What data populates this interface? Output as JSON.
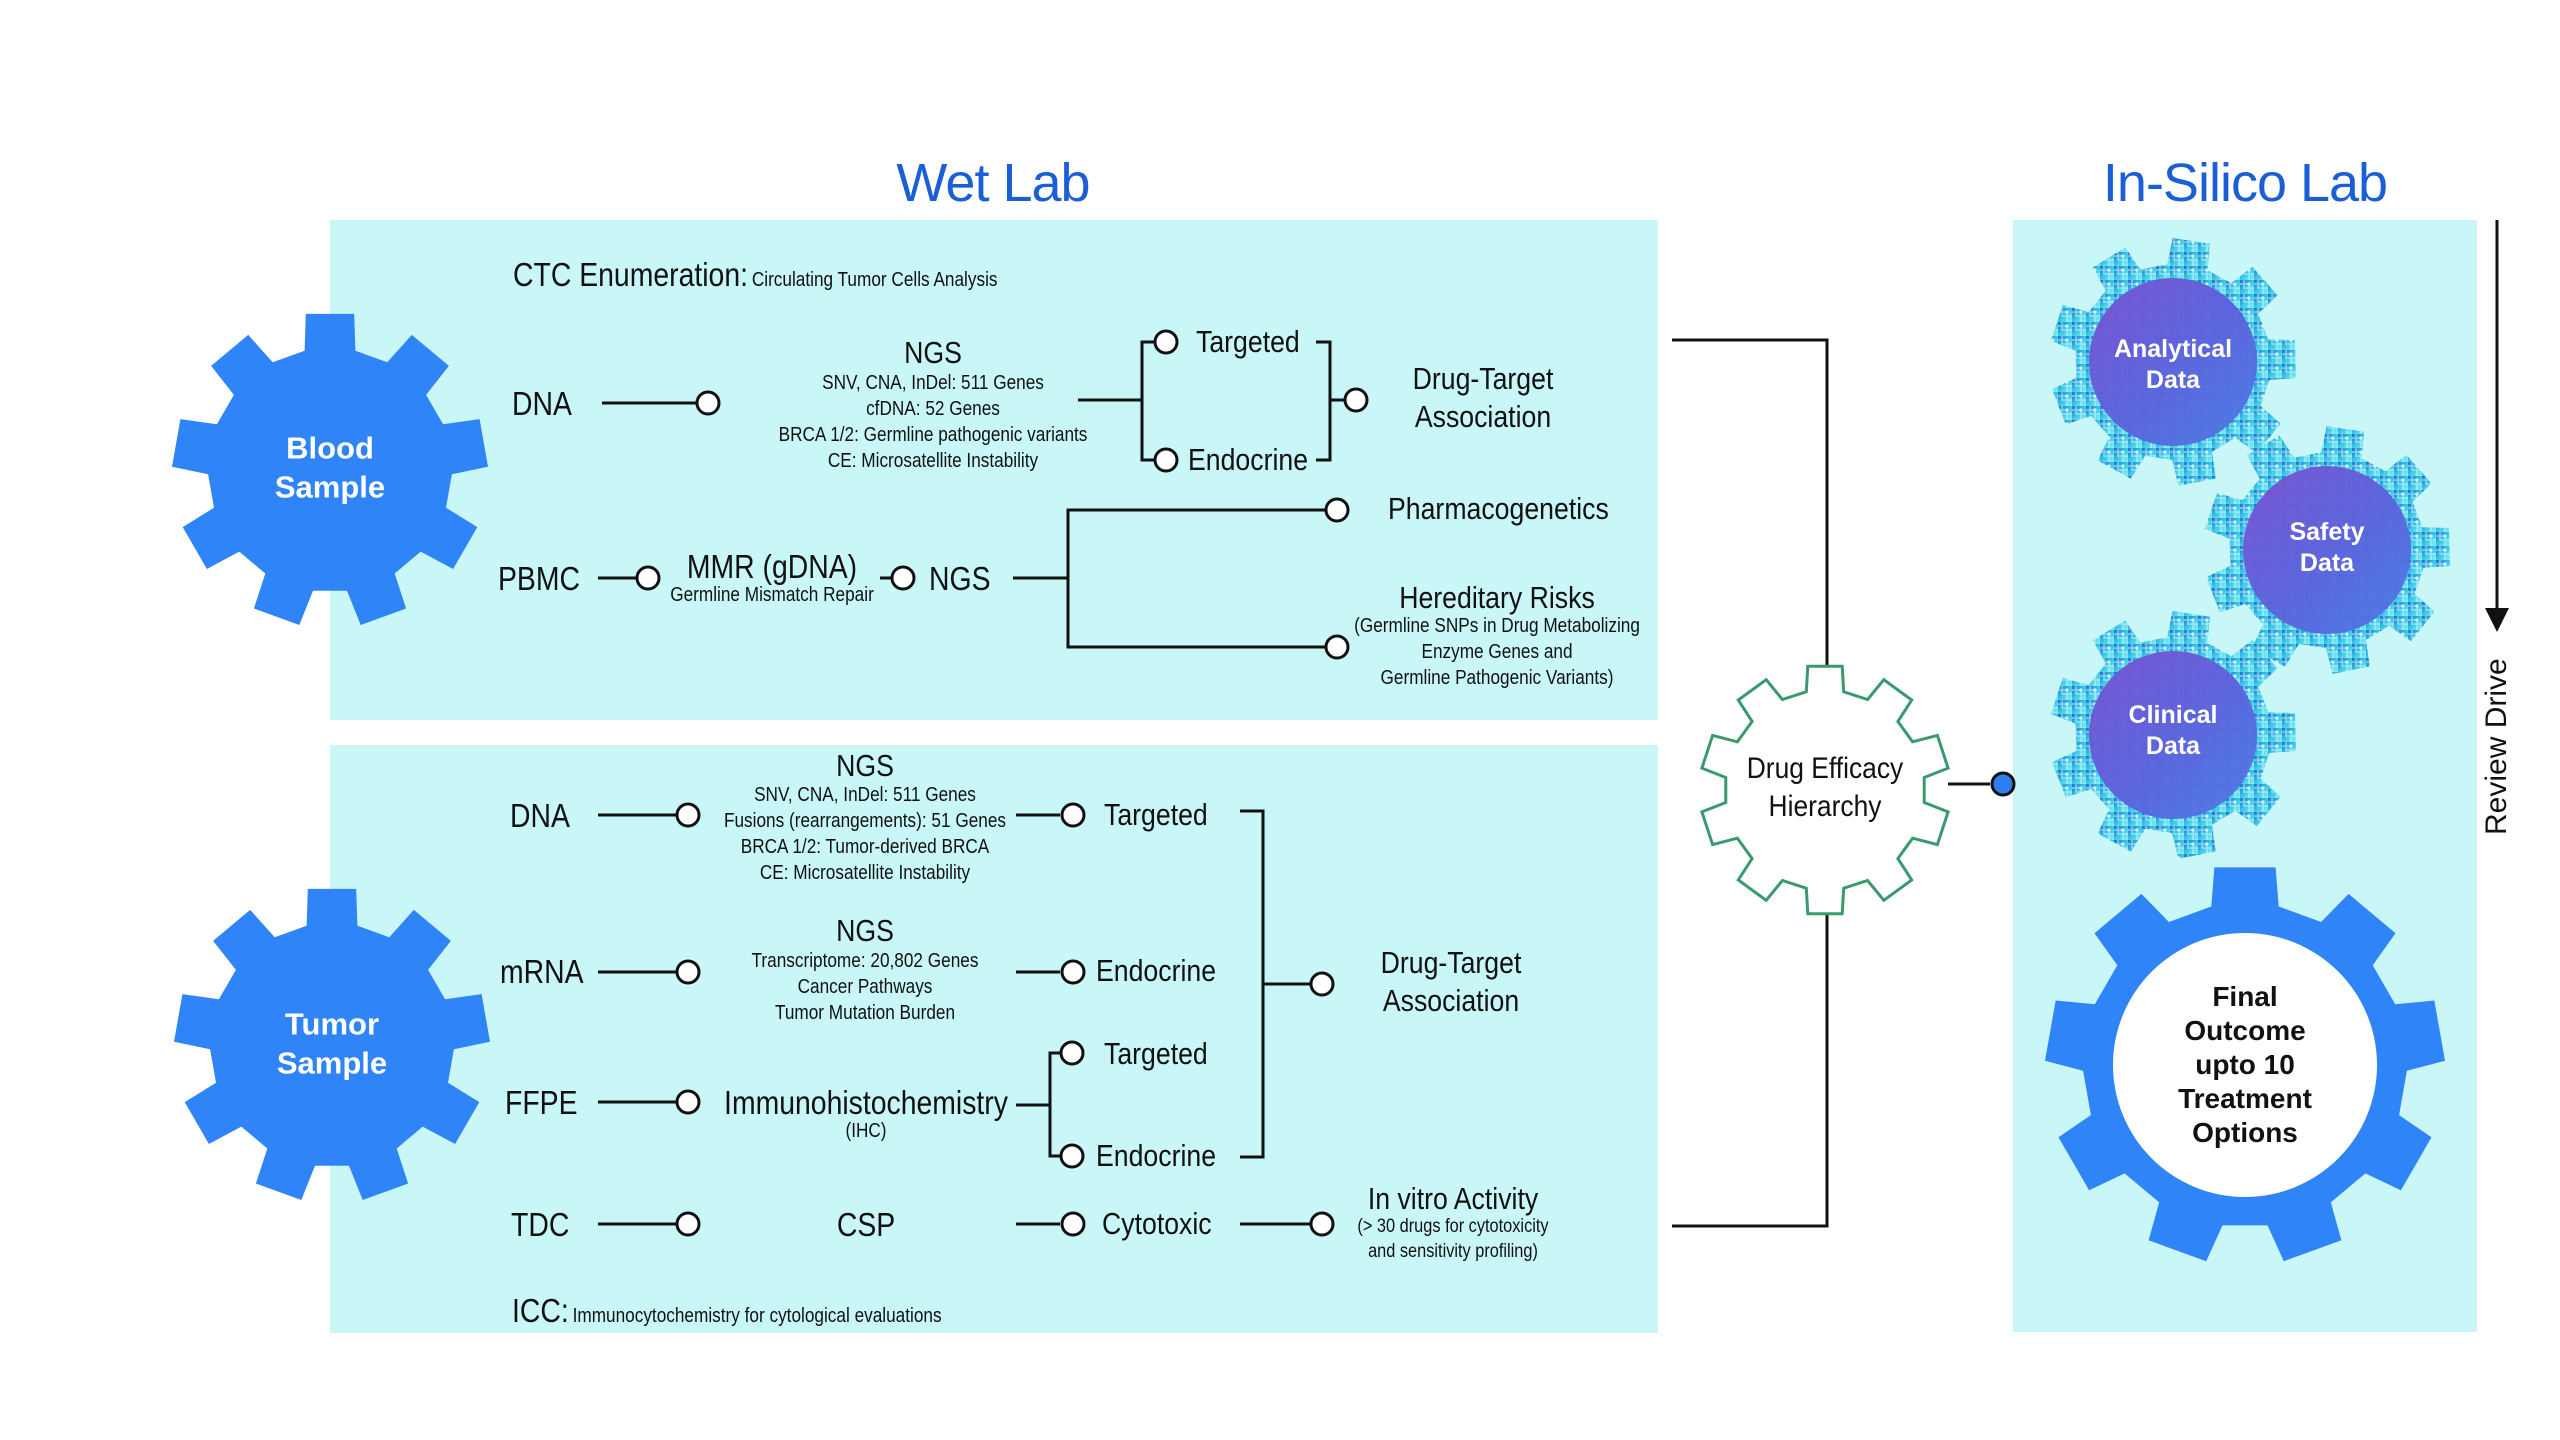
{
  "titles": {
    "wet_lab": "Wet Lab",
    "in_silico_lab": "In-Silico Lab"
  },
  "colors": {
    "title_blue": "#1a5fd6",
    "panel_cyan": "#c9f7f8",
    "gear_blue": "#2f84f8",
    "hierarchy_gear_green": "#3a9a6e",
    "node_blue": "#2f7ef0"
  },
  "blood": {
    "gear_label": [
      "Blood",
      "Sample"
    ],
    "ctc": {
      "head": "CTC Enumeration:",
      "detail": "Circulating Tumor Cells Analysis"
    },
    "dna": {
      "source": "DNA",
      "method": "NGS",
      "details": [
        "SNV, CNA, InDel: 511 Genes",
        "cfDNA: 52 Genes",
        "BRCA 1/2: Germline pathogenic variants",
        "CE: Microsatellite Instability"
      ],
      "branches": [
        "Targeted",
        "Endocrine"
      ],
      "outcome": [
        "Drug-Target",
        "Association"
      ]
    },
    "pbmc": {
      "source": "PBMC",
      "method": "MMR (gDNA)",
      "method_detail": "Germline Mismatch Repair",
      "method2": "NGS",
      "outcomes": {
        "pharmacogenetics": "Pharmacogenetics",
        "hereditary_title": "Hereditary Risks",
        "hereditary_details": [
          "(Germline SNPs in Drug Metabolizing",
          "Enzyme Genes and",
          "Germline Pathogenic Variants)"
        ]
      }
    }
  },
  "tumor": {
    "gear_label": [
      "Tumor",
      "Sample"
    ],
    "dna": {
      "source": "DNA",
      "method": "NGS",
      "details": [
        "SNV, CNA, InDel: 511 Genes",
        "Fusions (rearrangements): 51 Genes",
        "BRCA 1/2: Tumor-derived BRCA",
        "CE: Microsatellite Instability"
      ],
      "branch": "Targeted"
    },
    "mrna": {
      "source": "mRNA",
      "method": "NGS",
      "details": [
        "Transcriptome: 20,802 Genes",
        "Cancer Pathways",
        "Tumor Mutation Burden"
      ],
      "branch": "Endocrine"
    },
    "ffpe": {
      "source": "FFPE",
      "method": "Immunohistochemistry",
      "method_detail": "(IHC)",
      "branches": [
        "Targeted",
        "Endocrine"
      ]
    },
    "outcome": [
      "Drug-Target",
      "Association"
    ],
    "tdc": {
      "source": "TDC",
      "method": "CSP",
      "branch": "Cytotoxic",
      "outcome_title": "In vitro Activity",
      "outcome_details": [
        "(> 30 drugs for cytotoxicity",
        "and sensitivity profiling)"
      ]
    },
    "icc": {
      "head": "ICC:",
      "detail": "Immunocytochemistry for cytological evaluations"
    }
  },
  "hierarchy": {
    "label": [
      "Drug Efficacy",
      "Hierarchy"
    ]
  },
  "in_silico": {
    "gears": [
      {
        "label": [
          "Analytical",
          "Data"
        ]
      },
      {
        "label": [
          "Safety",
          "Data"
        ]
      },
      {
        "label": [
          "Clinical",
          "Data"
        ]
      }
    ],
    "final": {
      "label": [
        "Final",
        "Outcome",
        "upto 10",
        "Treatment",
        "Options"
      ]
    },
    "review_drive": "Review Drive"
  }
}
